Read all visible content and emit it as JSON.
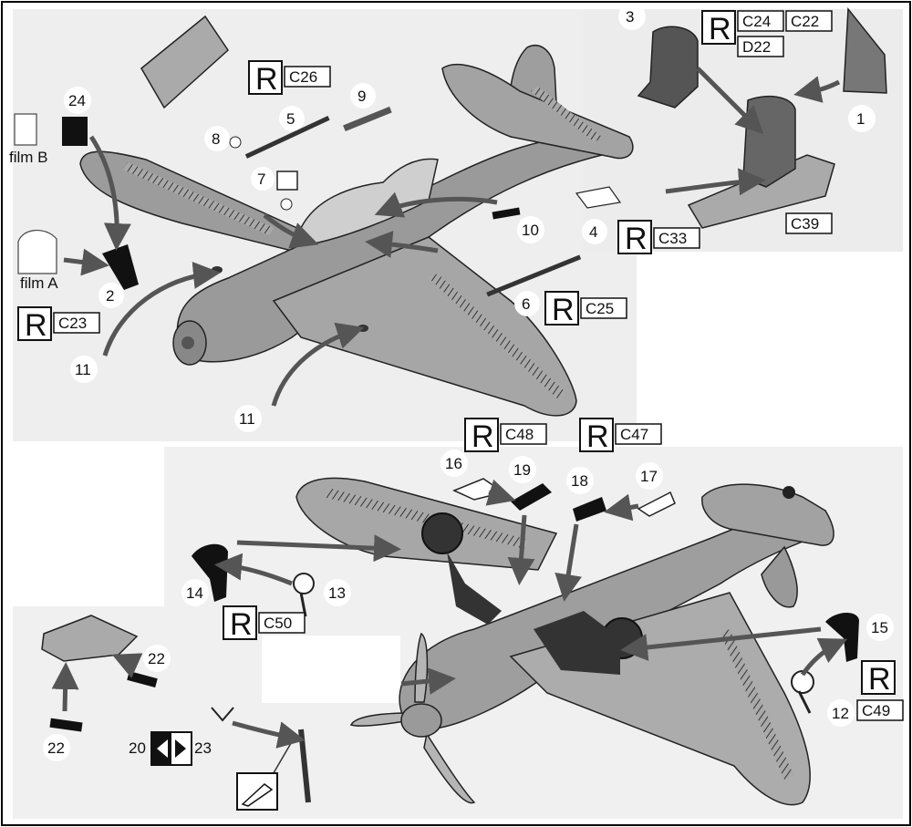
{
  "instruction_sheet": {
    "part_numbers": {
      "p1": "1",
      "p2": "2",
      "p3": "3",
      "p4": "4",
      "p5": "5",
      "p6": "6",
      "p7": "7",
      "p8": "8",
      "p9": "9",
      "p10": "10",
      "p11a": "11",
      "p11b": "11",
      "p12": "12",
      "p13": "13",
      "p14": "14",
      "p15": "15",
      "p16": "16",
      "p17": "17",
      "p18": "18",
      "p19": "19",
      "p20": "20",
      "p22a": "22",
      "p22b": "22",
      "p23": "23",
      "p24": "24"
    },
    "film_labels": {
      "film_a": "film A",
      "film_b": "film B"
    },
    "resin_marker": "R",
    "part_codes": {
      "c22": "C22",
      "c23": "C23",
      "c24": "C24",
      "c25": "C25",
      "c26": "C26",
      "c33": "C33",
      "c39": "C39",
      "c47": "C47",
      "c48": "C48",
      "c49": "C49",
      "c50": "C50",
      "d22": "D22"
    }
  }
}
